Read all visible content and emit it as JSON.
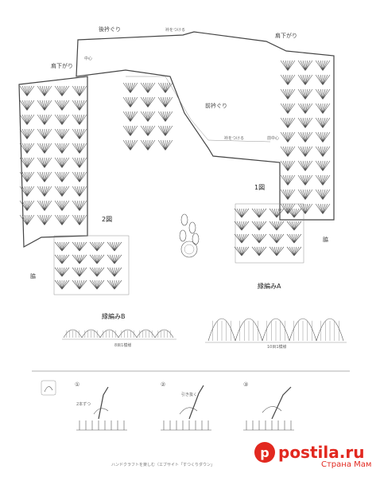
{
  "labels": {
    "back_neckline": "後衿ぐり",
    "attach_collar_top": "衿をつける",
    "shoulder_drop_right": "肩下がり",
    "center_back": "中心",
    "shoulder_drop_left": "肩下がり",
    "front_neckline": "前衿ぐり",
    "attach_collar_mid": "衿をつける",
    "center_front": "前中心",
    "fig1": "1図",
    "fig2": "2図",
    "side_left": "脇",
    "side_right": "脇",
    "edging_a": "縁編みA",
    "edging_b": "縁編みB",
    "repeat_a": "10目1模様",
    "repeat_b": "8目1模様"
  },
  "steps": [
    "①",
    "②",
    "③"
  ],
  "step_notes": [
    "2本ずつ",
    "引き抜く"
  ],
  "footer": "ハンドクラフトを楽しむ（エブサイト「すつくりダウン」",
  "watermark": {
    "logo": "p",
    "text": "postila.ru",
    "sub": "Страна Мам"
  }
}
